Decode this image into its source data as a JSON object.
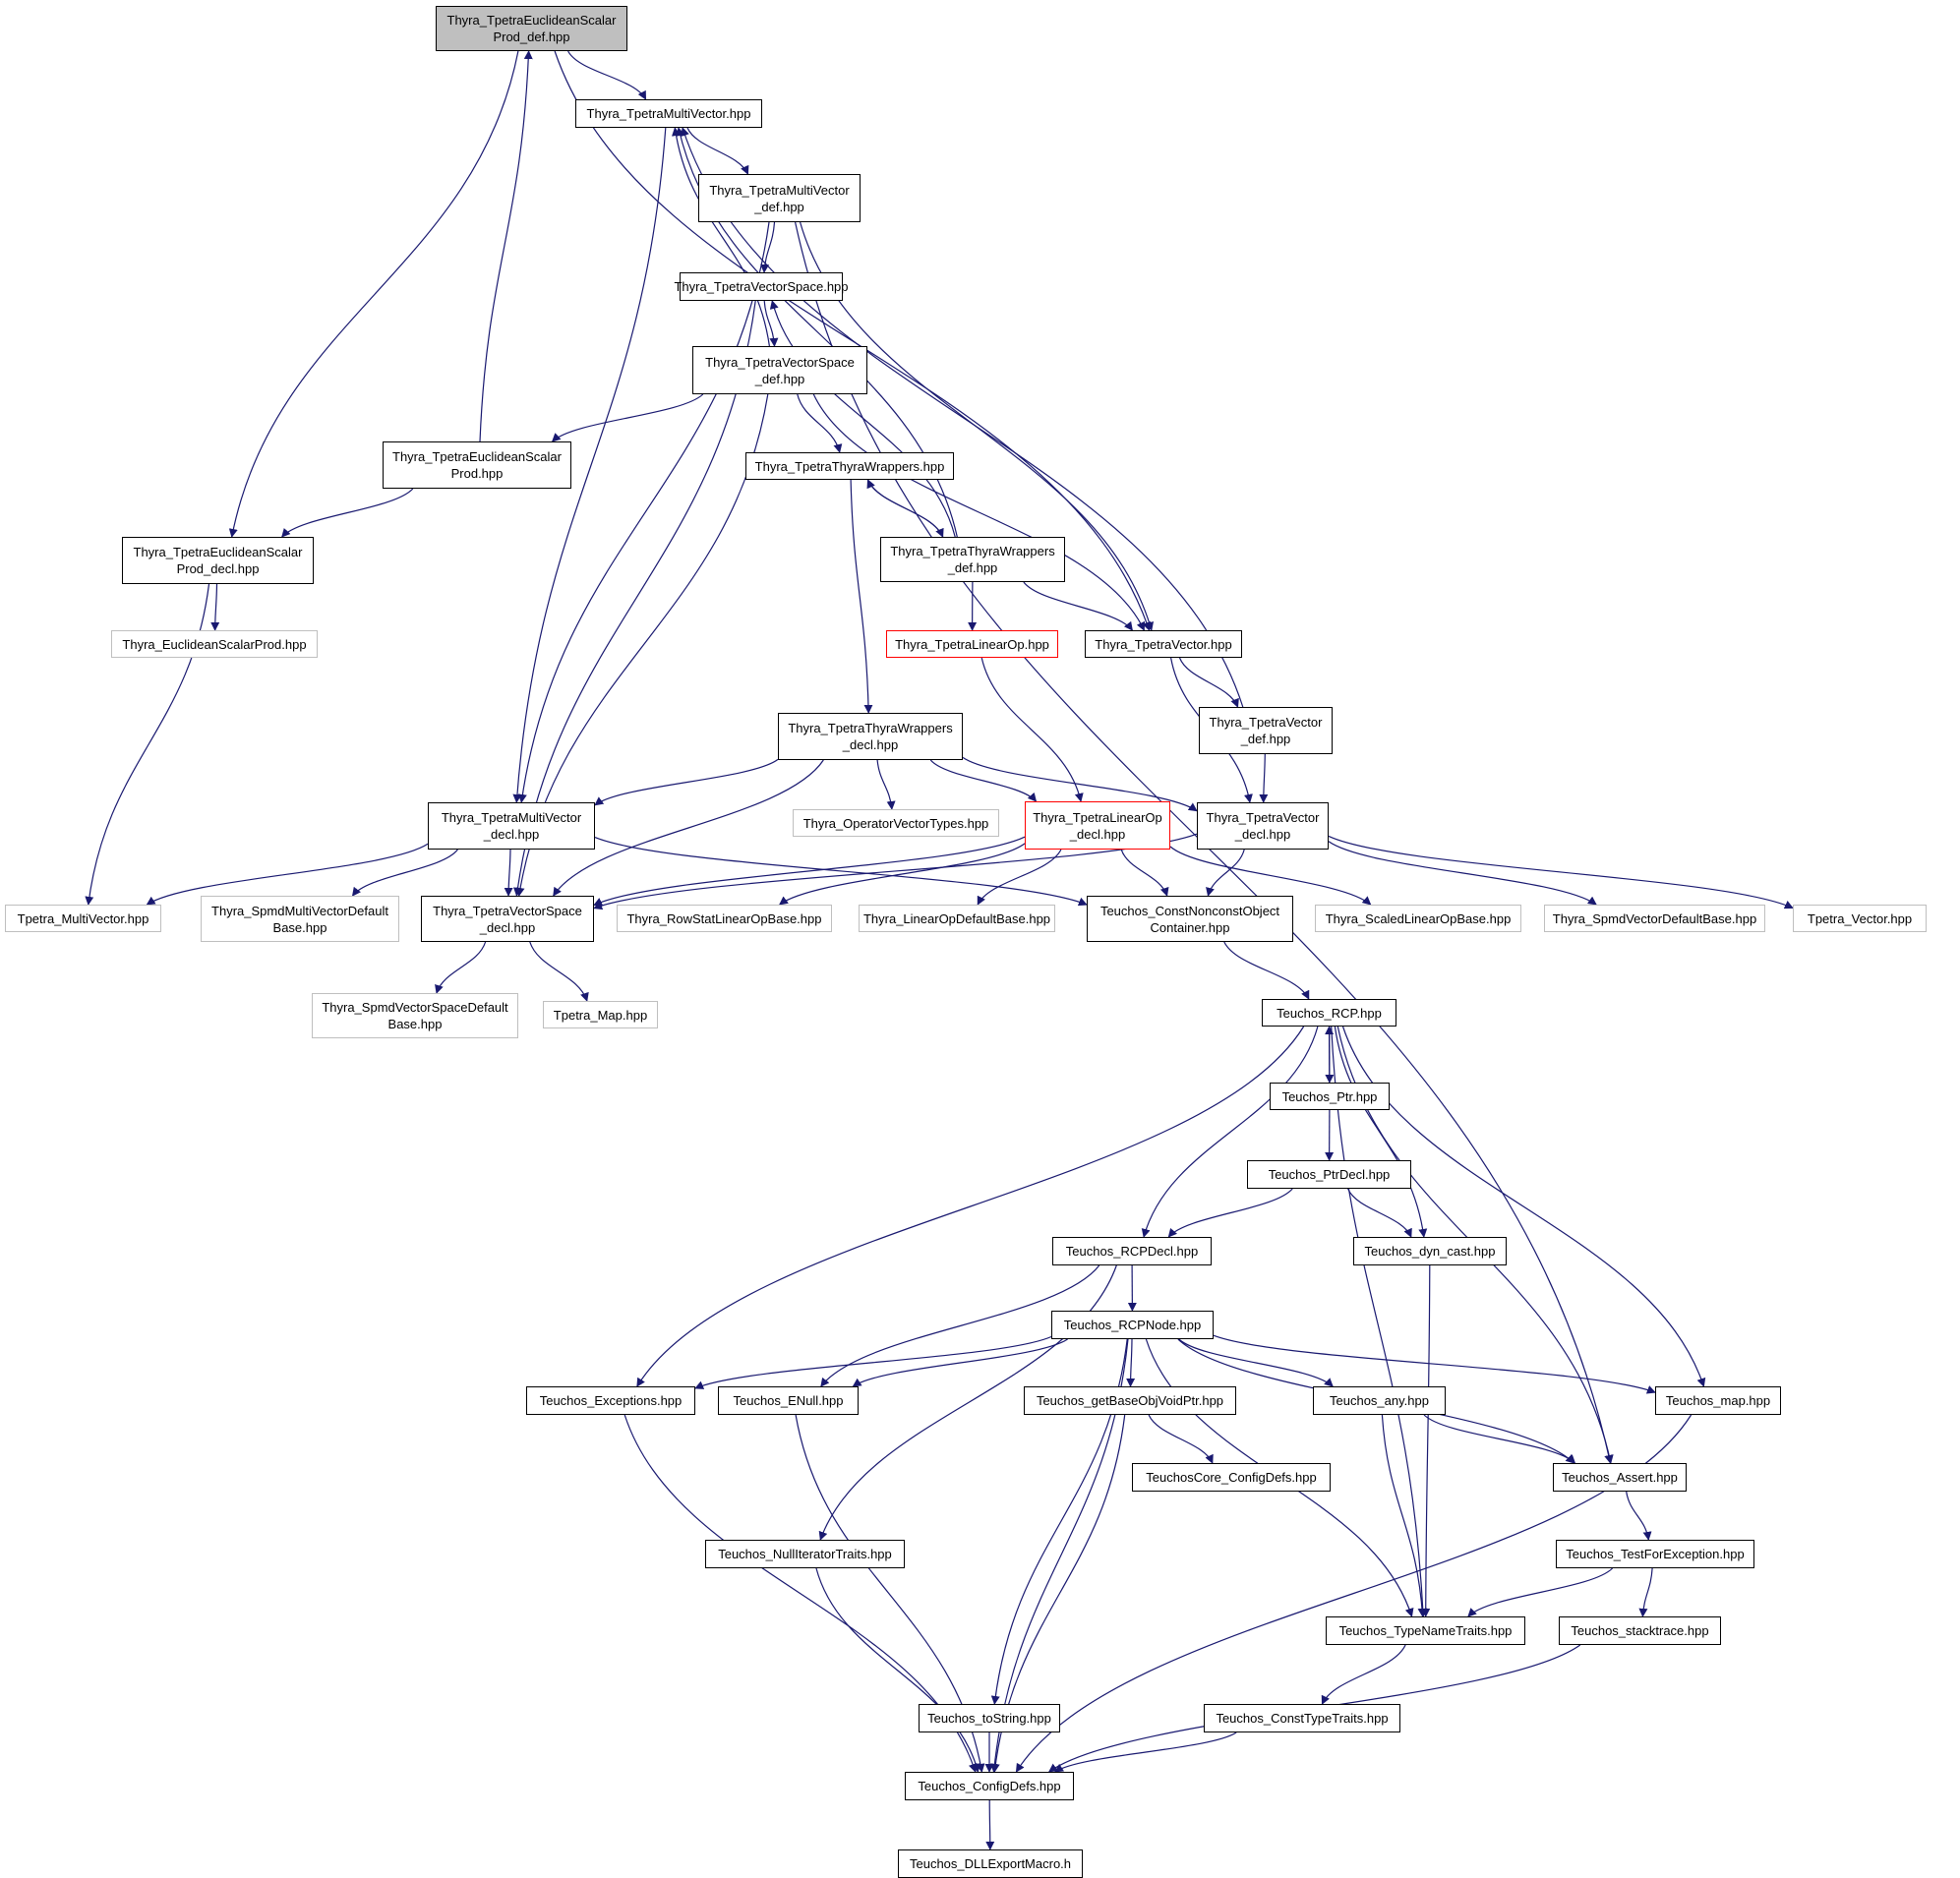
{
  "colors": {
    "edge": "#191970",
    "box": "#000000",
    "external": "#bfbfbf",
    "incomplete": "#ff0000",
    "root_fill": "#bfbfbf"
  },
  "nodes": [
    {
      "id": "n0",
      "lines": [
        "Thyra_TpetraEuclideanScalar",
        "Prod_def.hpp"
      ],
      "style": "root"
    },
    {
      "id": "n1",
      "lines": [
        "Thyra_TpetraMultiVector.hpp"
      ],
      "style": "box"
    },
    {
      "id": "n2",
      "lines": [
        "Thyra_TpetraMultiVector",
        "_def.hpp"
      ],
      "style": "box"
    },
    {
      "id": "n3",
      "lines": [
        "Thyra_TpetraVectorSpace.hpp"
      ],
      "style": "box"
    },
    {
      "id": "n4",
      "lines": [
        "Thyra_TpetraVectorSpace",
        "_def.hpp"
      ],
      "style": "box"
    },
    {
      "id": "n5",
      "lines": [
        "Thyra_TpetraEuclideanScalar",
        "Prod.hpp"
      ],
      "style": "box"
    },
    {
      "id": "n6",
      "lines": [
        "Thyra_TpetraThyraWrappers.hpp"
      ],
      "style": "box"
    },
    {
      "id": "n7",
      "lines": [
        "Thyra_TpetraEuclideanScalar",
        "Prod_decl.hpp"
      ],
      "style": "box"
    },
    {
      "id": "n8",
      "lines": [
        "Thyra_TpetraThyraWrappers",
        "_def.hpp"
      ],
      "style": "box"
    },
    {
      "id": "n9",
      "lines": [
        "Thyra_EuclideanScalarProd.hpp"
      ],
      "style": "ext"
    },
    {
      "id": "n10",
      "lines": [
        "Thyra_TpetraLinearOp.hpp"
      ],
      "style": "red"
    },
    {
      "id": "n11",
      "lines": [
        "Thyra_TpetraVector.hpp"
      ],
      "style": "box"
    },
    {
      "id": "n12",
      "lines": [
        "Thyra_TpetraThyraWrappers",
        "_decl.hpp"
      ],
      "style": "box"
    },
    {
      "id": "n13",
      "lines": [
        "Thyra_TpetraVector",
        "_def.hpp"
      ],
      "style": "box"
    },
    {
      "id": "n14",
      "lines": [
        "Thyra_TpetraMultiVector",
        "_decl.hpp"
      ],
      "style": "box"
    },
    {
      "id": "n15",
      "lines": [
        "Thyra_OperatorVectorTypes.hpp"
      ],
      "style": "ext"
    },
    {
      "id": "n16",
      "lines": [
        "Thyra_TpetraLinearOp",
        "_decl.hpp"
      ],
      "style": "red"
    },
    {
      "id": "n17",
      "lines": [
        "Thyra_TpetraVector",
        "_decl.hpp"
      ],
      "style": "box"
    },
    {
      "id": "n18",
      "lines": [
        "Tpetra_MultiVector.hpp"
      ],
      "style": "ext"
    },
    {
      "id": "n19",
      "lines": [
        "Thyra_SpmdMultiVectorDefault",
        "Base.hpp"
      ],
      "style": "ext"
    },
    {
      "id": "n20",
      "lines": [
        "Thyra_TpetraVectorSpace",
        "_decl.hpp"
      ],
      "style": "box"
    },
    {
      "id": "n21",
      "lines": [
        "Thyra_RowStatLinearOpBase.hpp"
      ],
      "style": "ext"
    },
    {
      "id": "n22",
      "lines": [
        "Thyra_LinearOpDefaultBase.hpp"
      ],
      "style": "ext"
    },
    {
      "id": "n23",
      "lines": [
        "Teuchos_ConstNonconstObject",
        "Container.hpp"
      ],
      "style": "box"
    },
    {
      "id": "n24",
      "lines": [
        "Thyra_ScaledLinearOpBase.hpp"
      ],
      "style": "ext"
    },
    {
      "id": "n25",
      "lines": [
        "Thyra_SpmdVectorDefaultBase.hpp"
      ],
      "style": "ext"
    },
    {
      "id": "n26",
      "lines": [
        "Tpetra_Vector.hpp"
      ],
      "style": "ext"
    },
    {
      "id": "n27",
      "lines": [
        "Thyra_SpmdVectorSpaceDefault",
        "Base.hpp"
      ],
      "style": "ext"
    },
    {
      "id": "n28",
      "lines": [
        "Tpetra_Map.hpp"
      ],
      "style": "ext"
    },
    {
      "id": "n29",
      "lines": [
        "Teuchos_RCP.hpp"
      ],
      "style": "box"
    },
    {
      "id": "n30",
      "lines": [
        "Teuchos_Ptr.hpp"
      ],
      "style": "box"
    },
    {
      "id": "n31",
      "lines": [
        "Teuchos_PtrDecl.hpp"
      ],
      "style": "box"
    },
    {
      "id": "n32",
      "lines": [
        "Teuchos_RCPDecl.hpp"
      ],
      "style": "box"
    },
    {
      "id": "n33",
      "lines": [
        "Teuchos_dyn_cast.hpp"
      ],
      "style": "box"
    },
    {
      "id": "n34",
      "lines": [
        "Teuchos_RCPNode.hpp"
      ],
      "style": "box"
    },
    {
      "id": "n35",
      "lines": [
        "Teuchos_Exceptions.hpp"
      ],
      "style": "box"
    },
    {
      "id": "n36",
      "lines": [
        "Teuchos_ENull.hpp"
      ],
      "style": "box"
    },
    {
      "id": "n37",
      "lines": [
        "Teuchos_getBaseObjVoidPtr.hpp"
      ],
      "style": "box"
    },
    {
      "id": "n38",
      "lines": [
        "Teuchos_any.hpp"
      ],
      "style": "box"
    },
    {
      "id": "n39",
      "lines": [
        "Teuchos_map.hpp"
      ],
      "style": "box"
    },
    {
      "id": "n40",
      "lines": [
        "TeuchosCore_ConfigDefs.hpp"
      ],
      "style": "box"
    },
    {
      "id": "n41",
      "lines": [
        "Teuchos_Assert.hpp"
      ],
      "style": "box"
    },
    {
      "id": "n42",
      "lines": [
        "Teuchos_NullIteratorTraits.hpp"
      ],
      "style": "box"
    },
    {
      "id": "n43",
      "lines": [
        "Teuchos_TestForException.hpp"
      ],
      "style": "box"
    },
    {
      "id": "n44",
      "lines": [
        "Teuchos_TypeNameTraits.hpp"
      ],
      "style": "box"
    },
    {
      "id": "n45",
      "lines": [
        "Teuchos_stacktrace.hpp"
      ],
      "style": "box"
    },
    {
      "id": "n46",
      "lines": [
        "Teuchos_toString.hpp"
      ],
      "style": "box"
    },
    {
      "id": "n47",
      "lines": [
        "Teuchos_ConstTypeTraits.hpp"
      ],
      "style": "box"
    },
    {
      "id": "n48",
      "lines": [
        "Teuchos_ConfigDefs.hpp"
      ],
      "style": "box"
    },
    {
      "id": "n49",
      "lines": [
        "Teuchos_DLLExportMacro.h"
      ],
      "style": "box"
    }
  ],
  "edges": [
    [
      "n0",
      "n1"
    ],
    [
      "n0",
      "n7"
    ],
    [
      "n0",
      "n11"
    ],
    [
      "n1",
      "n2"
    ],
    [
      "n1",
      "n14"
    ],
    [
      "n2",
      "n3"
    ],
    [
      "n2",
      "n14"
    ],
    [
      "n2",
      "n11"
    ],
    [
      "n2",
      "n41"
    ],
    [
      "n3",
      "n4"
    ],
    [
      "n3",
      "n20"
    ],
    [
      "n4",
      "n1"
    ],
    [
      "n4",
      "n5"
    ],
    [
      "n4",
      "n6"
    ],
    [
      "n4",
      "n20"
    ],
    [
      "n4",
      "n11"
    ],
    [
      "n5",
      "n0"
    ],
    [
      "n5",
      "n7"
    ],
    [
      "n6",
      "n8"
    ],
    [
      "n6",
      "n12"
    ],
    [
      "n7",
      "n9"
    ],
    [
      "n7",
      "n18"
    ],
    [
      "n8",
      "n6"
    ],
    [
      "n8",
      "n10"
    ],
    [
      "n8",
      "n11"
    ],
    [
      "n8",
      "n1"
    ],
    [
      "n8",
      "n3"
    ],
    [
      "n10",
      "n16"
    ],
    [
      "n11",
      "n13"
    ],
    [
      "n11",
      "n17"
    ],
    [
      "n12",
      "n14"
    ],
    [
      "n12",
      "n15"
    ],
    [
      "n12",
      "n16"
    ],
    [
      "n12",
      "n17"
    ],
    [
      "n12",
      "n20"
    ],
    [
      "n13",
      "n17"
    ],
    [
      "n13",
      "n1"
    ],
    [
      "n14",
      "n18"
    ],
    [
      "n14",
      "n19"
    ],
    [
      "n14",
      "n20"
    ],
    [
      "n14",
      "n23"
    ],
    [
      "n16",
      "n20"
    ],
    [
      "n16",
      "n21"
    ],
    [
      "n16",
      "n22"
    ],
    [
      "n16",
      "n23"
    ],
    [
      "n16",
      "n24"
    ],
    [
      "n17",
      "n20"
    ],
    [
      "n17",
      "n23"
    ],
    [
      "n17",
      "n25"
    ],
    [
      "n17",
      "n26"
    ],
    [
      "n20",
      "n27"
    ],
    [
      "n20",
      "n28"
    ],
    [
      "n23",
      "n29"
    ],
    [
      "n29",
      "n30"
    ],
    [
      "n29",
      "n32"
    ],
    [
      "n29",
      "n33"
    ],
    [
      "n29",
      "n35"
    ],
    [
      "n29",
      "n44"
    ],
    [
      "n29",
      "n41"
    ],
    [
      "n29",
      "n39"
    ],
    [
      "n30",
      "n29"
    ],
    [
      "n30",
      "n31"
    ],
    [
      "n31",
      "n32"
    ],
    [
      "n31",
      "n33"
    ],
    [
      "n32",
      "n34"
    ],
    [
      "n32",
      "n36"
    ],
    [
      "n32",
      "n42"
    ],
    [
      "n33",
      "n44"
    ],
    [
      "n34",
      "n35"
    ],
    [
      "n34",
      "n36"
    ],
    [
      "n34",
      "n37"
    ],
    [
      "n34",
      "n38"
    ],
    [
      "n34",
      "n39"
    ],
    [
      "n34",
      "n41"
    ],
    [
      "n34",
      "n44"
    ],
    [
      "n34",
      "n46"
    ],
    [
      "n34",
      "n48"
    ],
    [
      "n35",
      "n48"
    ],
    [
      "n36",
      "n48"
    ],
    [
      "n37",
      "n40"
    ],
    [
      "n37",
      "n48"
    ],
    [
      "n38",
      "n41"
    ],
    [
      "n38",
      "n44"
    ],
    [
      "n39",
      "n48"
    ],
    [
      "n41",
      "n43"
    ],
    [
      "n42",
      "n48"
    ],
    [
      "n43",
      "n44"
    ],
    [
      "n43",
      "n45"
    ],
    [
      "n44",
      "n47"
    ],
    [
      "n45",
      "n48"
    ],
    [
      "n46",
      "n48"
    ],
    [
      "n47",
      "n48"
    ],
    [
      "n48",
      "n49"
    ]
  ]
}
